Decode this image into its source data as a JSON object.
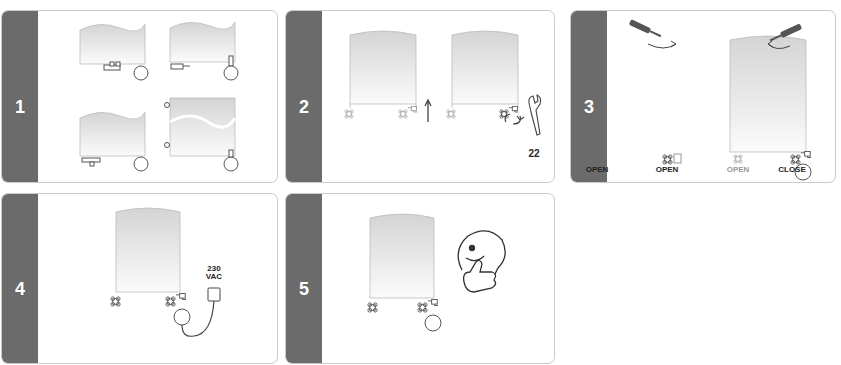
{
  "diagram": {
    "nodes": [
      {
        "text": [
          "1"
        ]
      },
      {
        "text": [
          "2"
        ]
      },
      {
        "text": [
          "3"
        ]
      },
      {
        "text": [
          "4"
        ]
      },
      {
        "text": [
          "5"
        ]
      }
    ],
    "labels": [
      "22",
      "OPEN",
      "OPEN",
      "OPEN",
      "CLOSE",
      "230 VAC"
    ]
  }
}
